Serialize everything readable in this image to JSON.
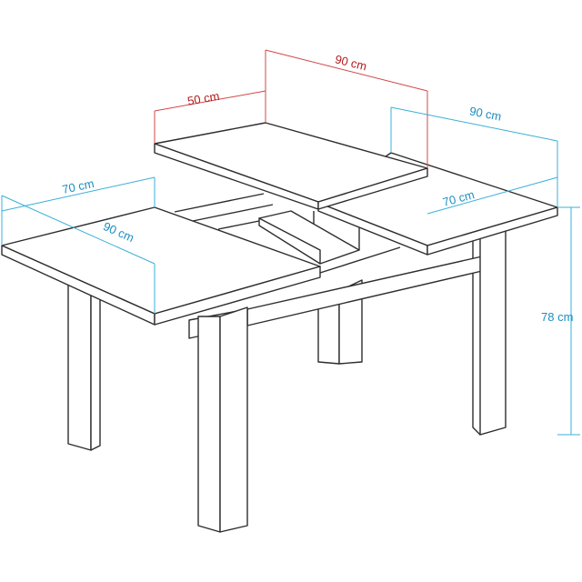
{
  "colors": {
    "outline": "#2d2d2d",
    "dim_blue": "#3ab0d8",
    "dim_red": "#d04848",
    "label_blue": "#1c8fc0",
    "label_red": "#b01e1e"
  },
  "dimensions": {
    "center_leaf_length": "90 cm",
    "center_leaf_width": "50 cm",
    "right_top_length": "90 cm",
    "right_top_width": "70 cm",
    "left_top_width": "70 cm",
    "left_top_length": "90 cm",
    "table_height": "78 cm"
  }
}
